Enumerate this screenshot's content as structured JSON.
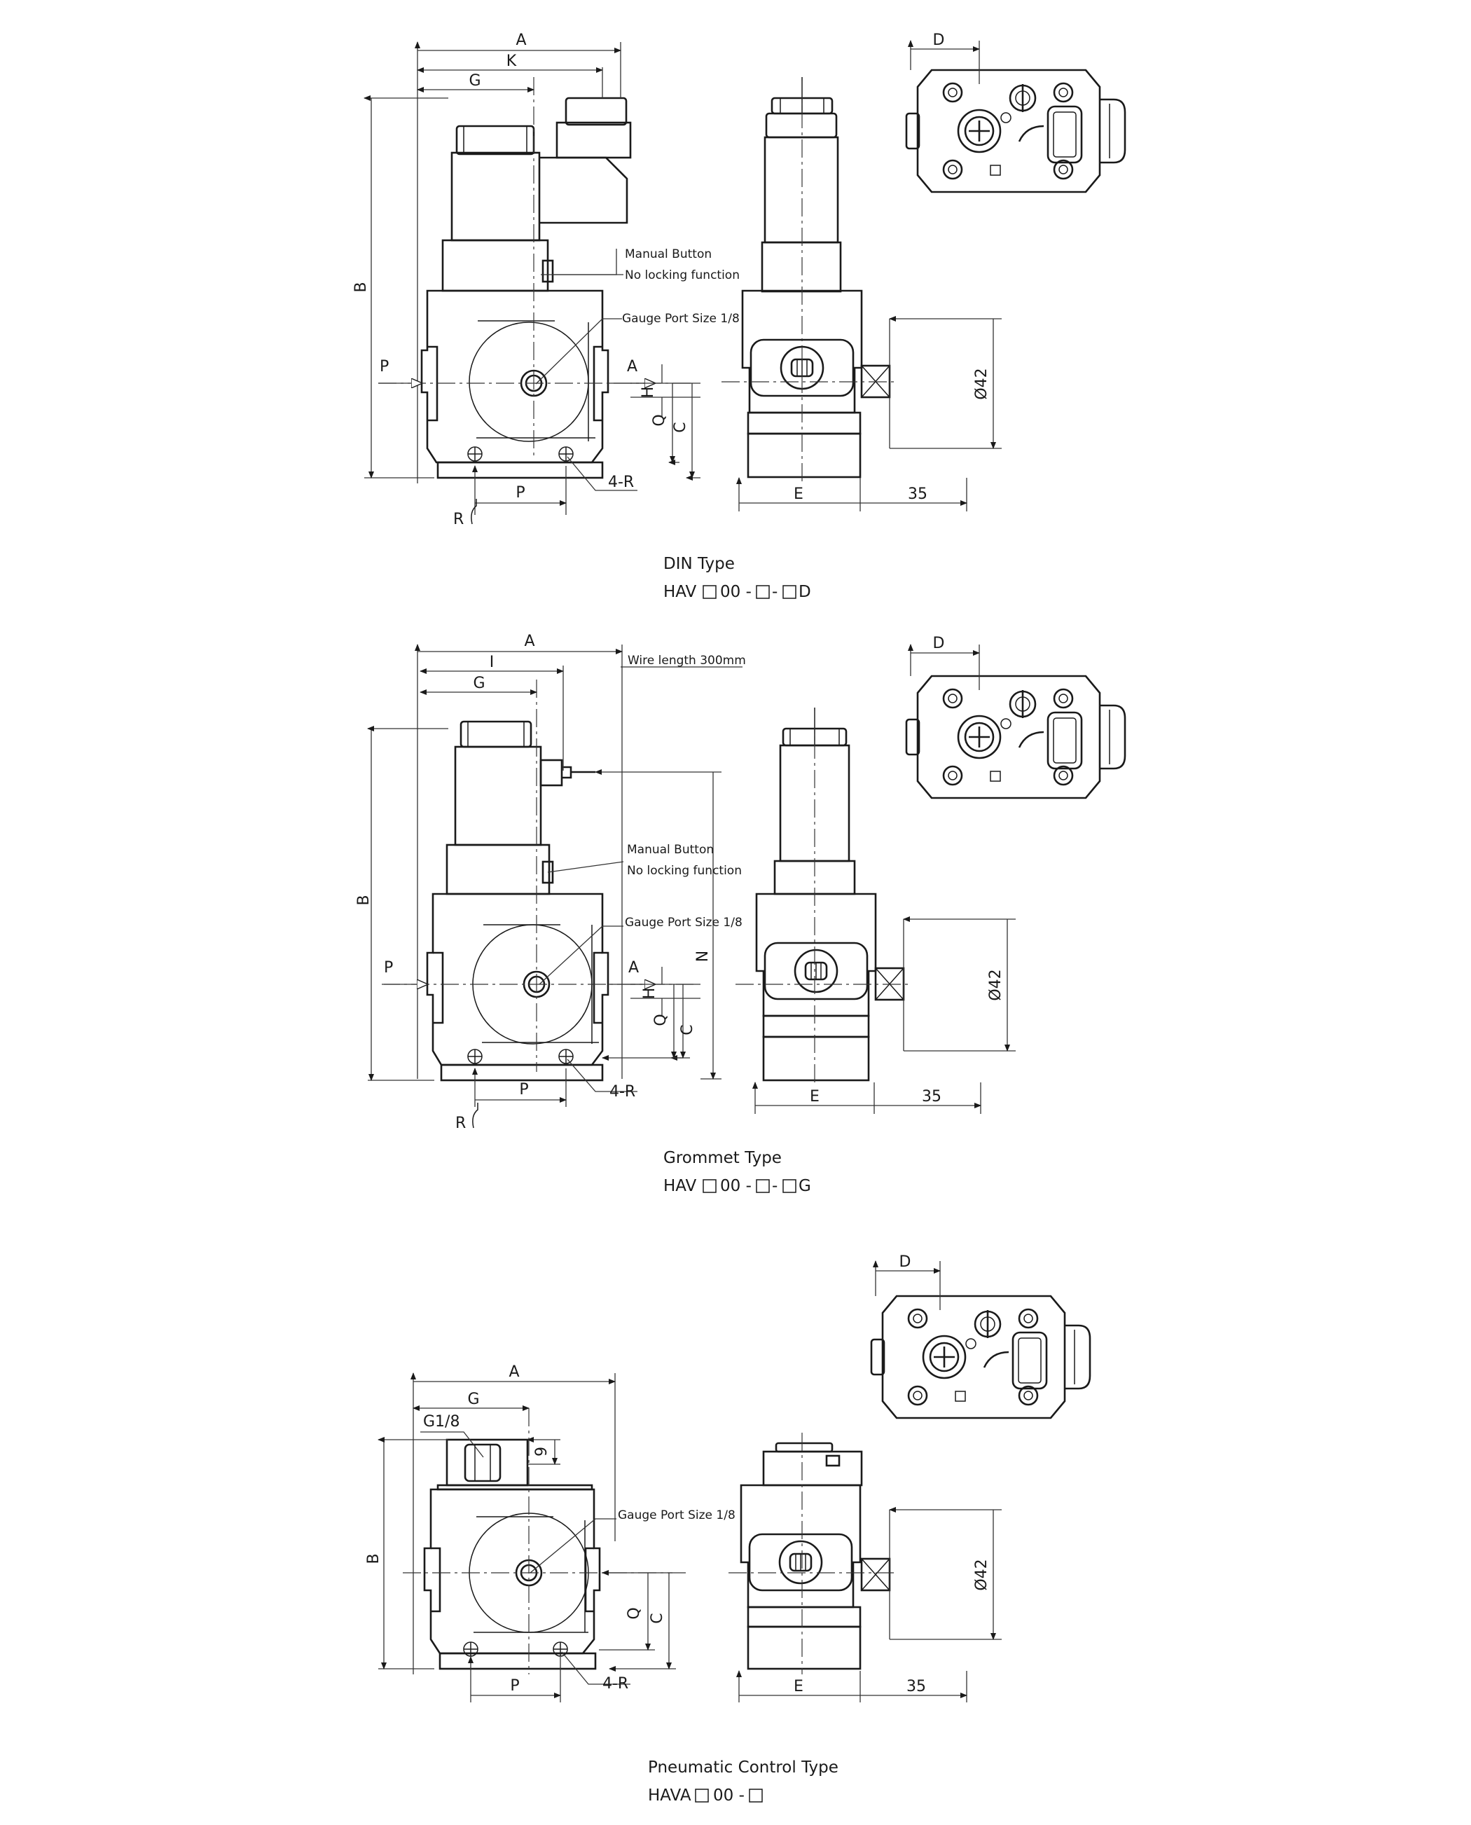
{
  "colors": {
    "ink": "#1a1a1a",
    "paper": "#ffffff"
  },
  "variants": [
    {
      "id": "din",
      "type_label": "DIN Type",
      "model_prefix": "HAV",
      "model_mid": "00 -",
      "model_dash": "-",
      "model_suffix": "D",
      "dims": {
        "A": "A",
        "K": "K",
        "G": "G",
        "B": "B",
        "P": "P",
        "H": "H",
        "Q": "Q",
        "C": "C",
        "R": "R",
        "four_r": "4-R",
        "E": "E",
        "width": "35",
        "D": "D",
        "dia": "Ø42",
        "flow": "A"
      },
      "notes": {
        "manual_1": "Manual Button",
        "manual_2": "No locking function",
        "gauge": "Gauge Port Size 1/8"
      }
    },
    {
      "id": "grommet",
      "type_label": "Grommet Type",
      "model_prefix": "HAV",
      "model_mid": "00 -",
      "model_dash": "-",
      "model_suffix": "G",
      "dims": {
        "A": "A",
        "I": "I",
        "G": "G",
        "B": "B",
        "N": "N",
        "P": "P",
        "H": "H",
        "Q": "Q",
        "C": "C",
        "R": "R",
        "four_r": "4-R",
        "E": "E",
        "width": "35",
        "D": "D",
        "dia": "Ø42",
        "flow": "A"
      },
      "notes": {
        "wire": "Wire length 300mm",
        "manual_1": "Manual Button",
        "manual_2": "No locking function",
        "gauge": "Gauge Port Size 1/8"
      }
    },
    {
      "id": "pneumatic",
      "type_label": "Pneumatic Control Type",
      "model_prefix": "HAVA",
      "model_mid": "00 -",
      "dims": {
        "A": "A",
        "G": "G",
        "G18": "G1/8",
        "nine": "9",
        "B": "B",
        "P": "P",
        "Q": "Q",
        "C": "C",
        "four_r": "4-R",
        "E": "E",
        "width": "35",
        "D": "D",
        "dia": "Ø42"
      },
      "notes": {
        "gauge": "Gauge Port Size 1/8"
      }
    }
  ],
  "symbols": {
    "r_mark": "R",
    "minus": "-"
  }
}
